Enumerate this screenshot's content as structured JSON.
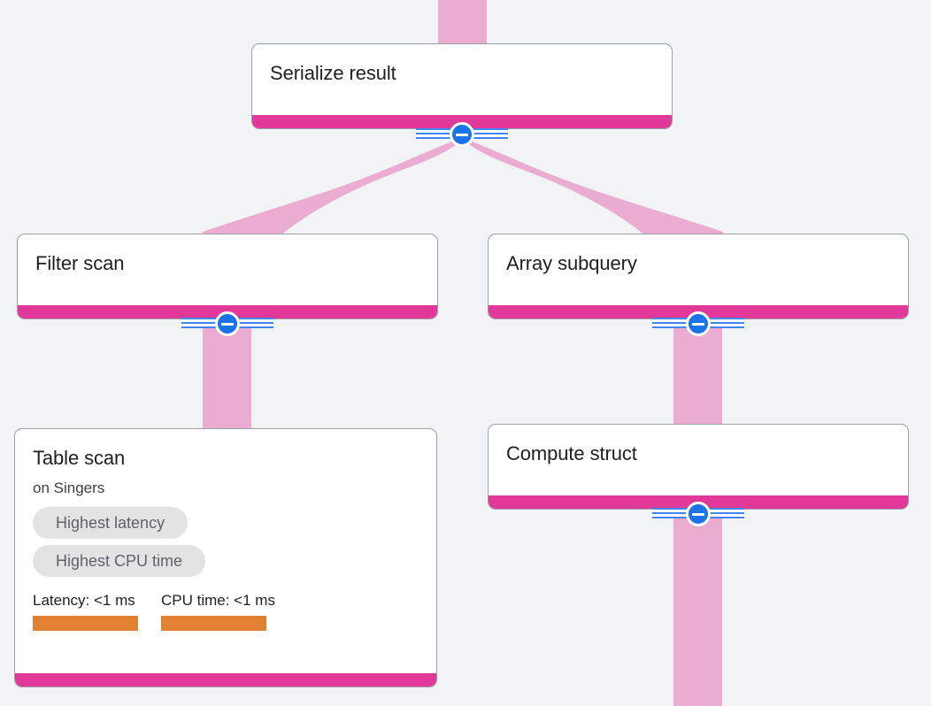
{
  "theme": {
    "background": "#f1f3f4",
    "card_background": "#ffffff",
    "card_border": "#9aa0a6",
    "accent_bar": "#e1399a",
    "flow_ribbon": "#eaacd0",
    "badge_background": "#e3e3e3",
    "badge_text": "#5f6368",
    "metric_bar": "#e08030",
    "toggle_blue": "#1a73e8",
    "rail_blue": "#4285f4",
    "title_text": "#202124"
  },
  "nodes": {
    "serialize_result": {
      "title": "Serialize result",
      "toggle_icon": "minus-circle-icon"
    },
    "filter_scan": {
      "title": "Filter scan",
      "toggle_icon": "minus-circle-icon"
    },
    "array_subquery": {
      "title": "Array subquery",
      "toggle_icon": "minus-circle-icon"
    },
    "table_scan": {
      "title": "Table scan",
      "subtitle": "on Singers",
      "badges": [
        "Highest latency",
        "Highest CPU time"
      ],
      "metrics": [
        {
          "label": "Latency: <1 ms"
        },
        {
          "label": "CPU time: <1 ms"
        }
      ]
    },
    "compute_struct": {
      "title": "Compute struct",
      "toggle_icon": "minus-circle-icon"
    }
  }
}
